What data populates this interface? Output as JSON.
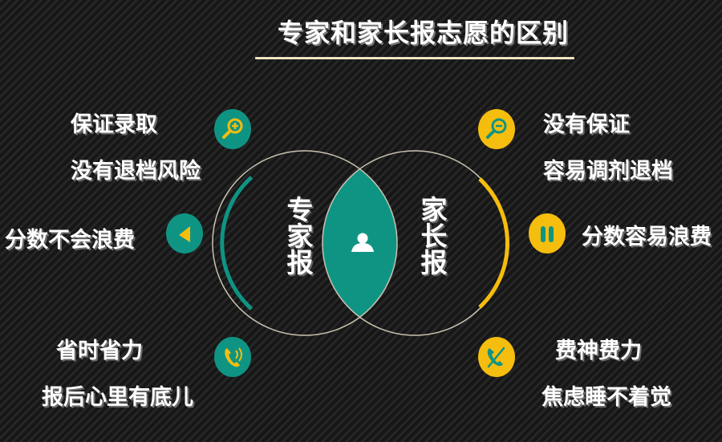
{
  "title": "专家和家长报志愿的区别",
  "colors": {
    "teal": "#0f9484",
    "yellow": "#f5bd0d",
    "background": "#1c1c1c",
    "circle_outline": "#c9c2b0",
    "title_underline": "#efe4c2"
  },
  "left_circle": {
    "label": "专家报",
    "accent": "teal"
  },
  "right_circle": {
    "label": "家长报",
    "accent": "yellow"
  },
  "center": {
    "icon": "person-icon"
  },
  "left_items": [
    {
      "icon": "zoom-in-icon",
      "lines": [
        "保证录取",
        "没有退档风险"
      ]
    },
    {
      "icon": "play-left-icon",
      "lines": [
        "分数不会浪费"
      ]
    },
    {
      "icon": "phone-icon",
      "lines": [
        "省时省力",
        "报后心里有底儿"
      ]
    }
  ],
  "right_items": [
    {
      "icon": "zoom-out-icon",
      "lines": [
        "没有保证",
        "容易调剂退档"
      ]
    },
    {
      "icon": "pause-icon",
      "lines": [
        "分数容易浪费"
      ]
    },
    {
      "icon": "hang-up-icon",
      "lines": [
        "费神费力",
        "焦虑睡不着觉"
      ]
    }
  ]
}
